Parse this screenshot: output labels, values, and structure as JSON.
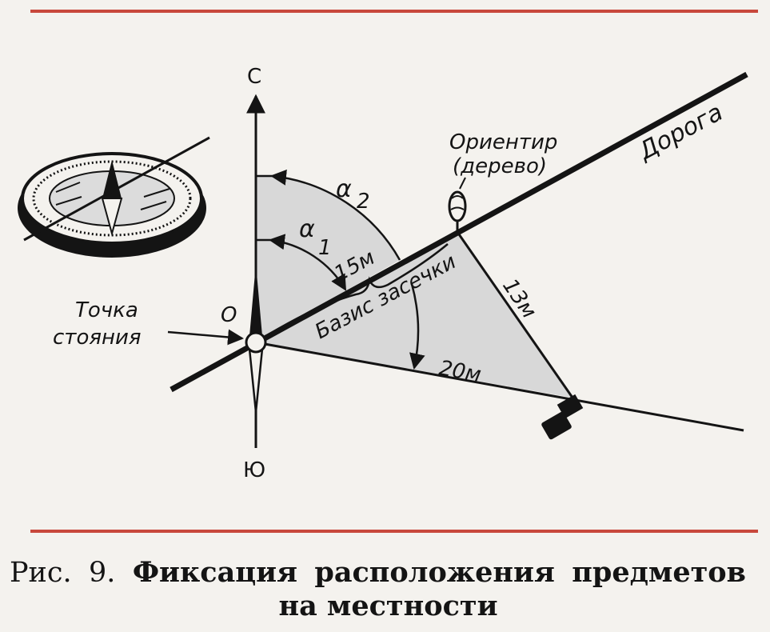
{
  "labels": {
    "north": "С",
    "south": "Ю",
    "origin": "О",
    "station_line1": "Точка",
    "station_line2": "стояния",
    "landmark_line1": "Ориентир",
    "landmark_line2": "(дерево)",
    "road": "Дорога",
    "alpha": "α",
    "alpha1_sub": "1",
    "alpha2_sub": "2",
    "dist_15": "15м",
    "dist_13": "13м",
    "dist_20": "20м",
    "basis": "Базис засечки"
  },
  "caption": {
    "prefix": "Рис.",
    "number": "9.",
    "words": [
      "Фиксация",
      "расположения",
      "предметов"
    ],
    "line2": "на местности"
  },
  "colors": {
    "ink": "#141414",
    "rule": "#c8483c",
    "shade": "#d8d8d8",
    "paper": "#f4f2ee"
  }
}
